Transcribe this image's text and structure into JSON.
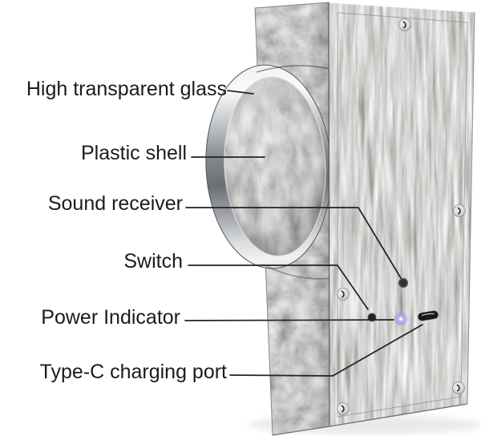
{
  "figure": {
    "background_color": "#ffffff",
    "leader_line_color": "#222222",
    "text_color": "#1b1b1b"
  },
  "labels": [
    {
      "text": "High transparent glass"
    },
    {
      "text": "Plastic shell"
    },
    {
      "text": "Sound receiver"
    },
    {
      "text": "Switch"
    },
    {
      "text": "Power Indicator"
    },
    {
      "text": "Type-C charging port"
    }
  ],
  "device": {
    "wood_color": "#a8a8a6",
    "led_color": "#a9b3f2",
    "screw_count": 5
  }
}
